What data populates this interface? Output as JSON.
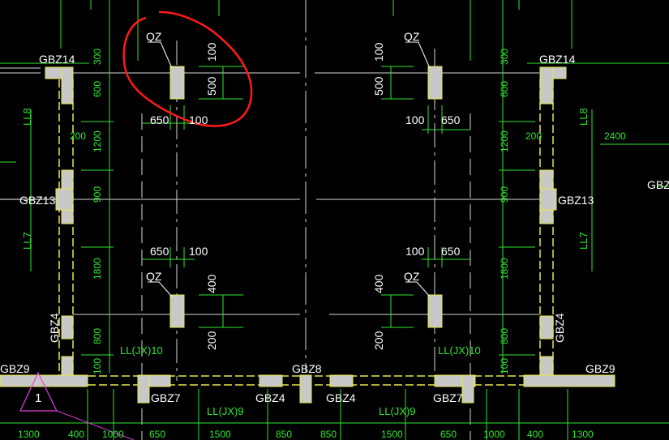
{
  "drawing": {
    "colors": {
      "background": "#000000",
      "white_line": "#ffffff",
      "green_line": "#2fe62f",
      "column_fill": "#c8c8c8",
      "column_outline": "#e8e84a",
      "red_markup": "#ff1a1a",
      "magenta": "#e040e0"
    },
    "tags": {
      "gbz14_left": "GBZ14",
      "gbz14_right": "GBZ14",
      "gbz13_left": "GBZ13",
      "gbz13_right": "GBZ13",
      "gbz4_left": "GBZ4",
      "gbz4_right": "GBZ4",
      "gbz9_left": "GBZ9",
      "gbz9_right": "GBZ9",
      "gbz8": "GBZ8",
      "gbz7_left": "GBZ7",
      "gbz7_right": "GBZ7",
      "gbz4_bottom_left": "GBZ4",
      "gbz4_bottom_right": "GBZ4",
      "gbz_edge": "GBZ",
      "qz_top_left": "QZ",
      "qz_top_right": "QZ",
      "qz_bottom_left": "QZ",
      "qz_bottom_right": "QZ"
    },
    "beams": {
      "ll8_left": "LL8",
      "ll8_right": "LL8",
      "ll7_left": "LL7",
      "ll7_right": "LL7",
      "lljx10_left": "LL(JX)10",
      "lljx10_right": "LL(JX)10",
      "lljx9_left": "LL(JX)9",
      "lljx9_right": "LL(JX)9"
    },
    "dims": {
      "tl_100": "100",
      "tl_500": "500",
      "tl_650": "650",
      "tl_100b": "100",
      "tr_100": "100",
      "tr_500": "500",
      "tr_100b": "100",
      "tr_650": "650",
      "bl_650": "650",
      "bl_100": "100",
      "bl_400": "400",
      "bl_200": "200",
      "br_100": "100",
      "br_650": "650",
      "br_400": "400",
      "br_200": "200",
      "lv_300": "300",
      "lv_600": "600",
      "lv_200": "200",
      "lv_1200": "1200",
      "lv_900": "900",
      "lv_1800": "1800",
      "lv_800": "800",
      "lv_100": "100",
      "rv_300": "300",
      "rv_600": "600",
      "rv_200": "200",
      "rv_1200": "1200",
      "rv_900": "900",
      "rv_1800": "1800",
      "rv_800": "800",
      "rv_100": "100",
      "r_2400": "2400",
      "b_1300_l": "1300",
      "b_400_l": "400",
      "b_1000_l": "1000",
      "b_650_l": "650",
      "b_1500_l": "1500",
      "b_850_l": "850",
      "b_850_r": "850",
      "b_1500_r": "1500",
      "b_650_r": "650",
      "b_1000_r": "1000",
      "b_400_r": "400",
      "b_1300_r": "1300"
    },
    "marker": {
      "label": "1"
    }
  }
}
